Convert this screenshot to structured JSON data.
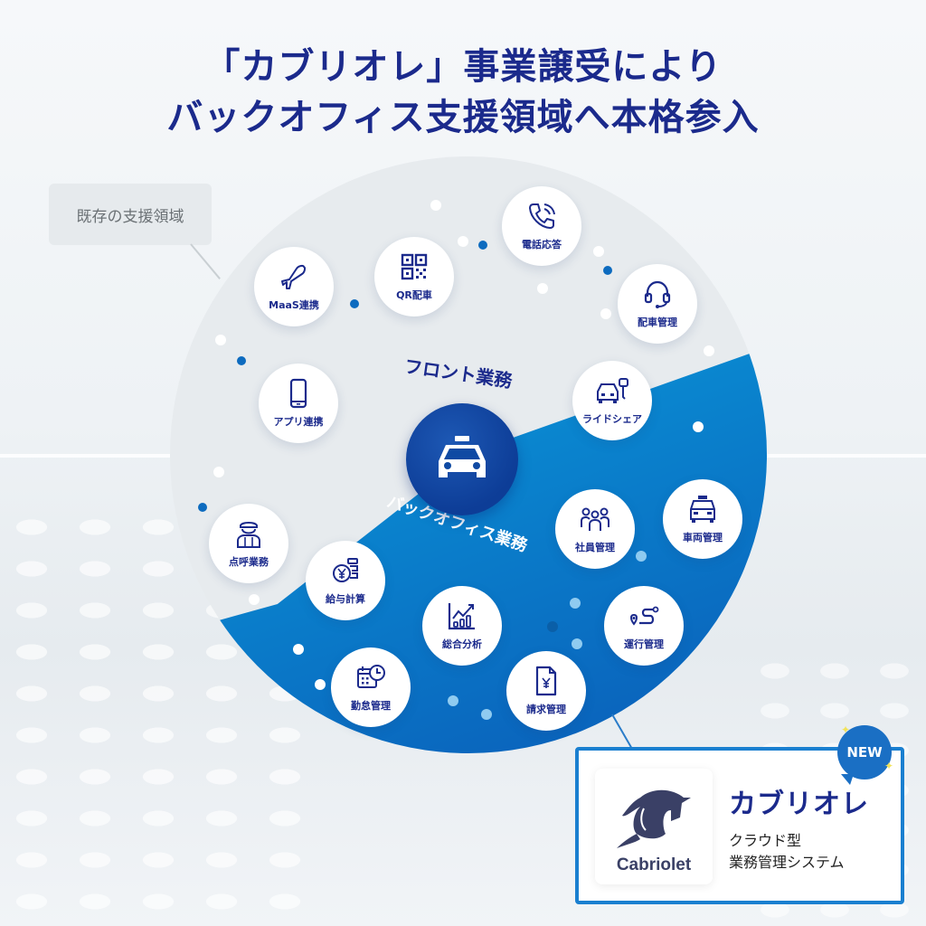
{
  "title": {
    "line1": "「カブリオレ」事業譲受により",
    "line2": "バックオフィス支援領域へ本格参入"
  },
  "existing_area_label": "既存の支援領域",
  "diagram": {
    "center_icon": "taxi-icon",
    "front": {
      "label": "フロント業務",
      "items": [
        {
          "label": "MaaS連携",
          "icon": "airplane-icon"
        },
        {
          "label": "QR配車",
          "icon": "qr-code-icon"
        },
        {
          "label": "電話応答",
          "icon": "phone-icon"
        },
        {
          "label": "配車管理",
          "icon": "headset-icon"
        },
        {
          "label": "ライドシェア",
          "icon": "car-key-icon"
        },
        {
          "label": "アプリ連携",
          "icon": "smartphone-icon"
        }
      ]
    },
    "back": {
      "label": "バックオフィス業務",
      "items": [
        {
          "label": "点呼業務",
          "icon": "driver-icon"
        },
        {
          "label": "給与計算",
          "icon": "yen-coins-icon"
        },
        {
          "label": "社員管理",
          "icon": "people-icon"
        },
        {
          "label": "車両管理",
          "icon": "taxi-front-icon"
        },
        {
          "label": "総合分析",
          "icon": "chart-icon"
        },
        {
          "label": "運行管理",
          "icon": "route-icon"
        },
        {
          "label": "勤怠管理",
          "icon": "calendar-clock-icon"
        },
        {
          "label": "請求管理",
          "icon": "invoice-yen-icon"
        }
      ]
    }
  },
  "product": {
    "badge": "NEW",
    "logo_text": "Cabriolet",
    "name": "カブリオレ",
    "desc_line1": "クラウド型",
    "desc_line2": "業務管理システム"
  },
  "colors": {
    "navy": "#1b2a8c",
    "blue": "#0a86cf",
    "light_gray": "#e7ebee",
    "card_border": "#1a7fd0"
  }
}
